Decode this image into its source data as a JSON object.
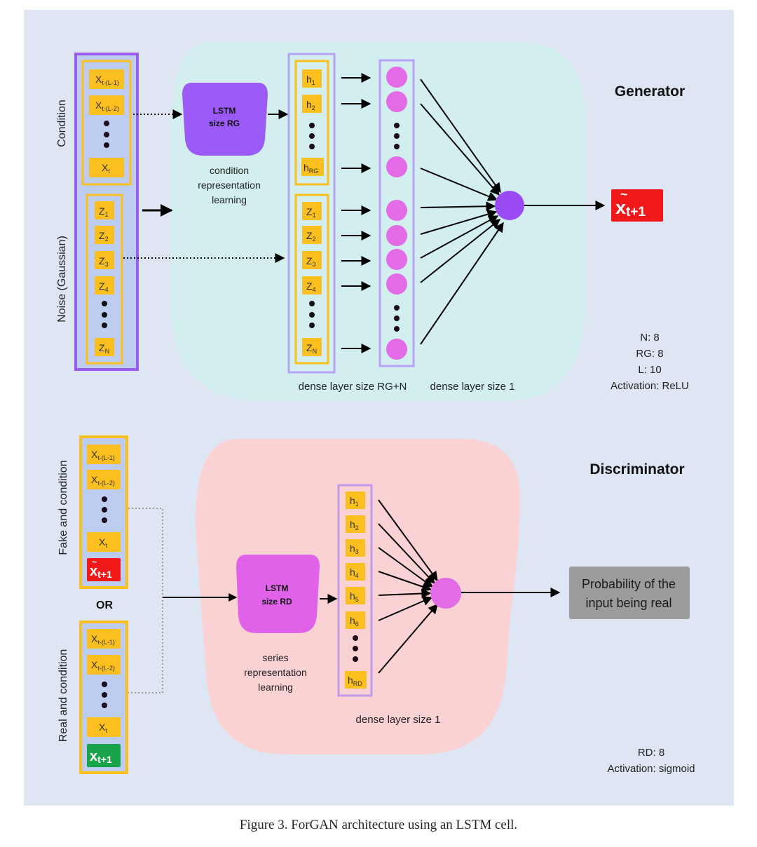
{
  "generator": {
    "title": "Generator",
    "condition_label": "Condition",
    "noise_label": "Noise (Gaussian)",
    "condition_inputs": [
      "X",
      "X",
      "X"
    ],
    "condition_subs": [
      "t-(L-1)",
      "t-(L-2)",
      "t"
    ],
    "noise_inputs": [
      "Z",
      "Z",
      "Z",
      "Z",
      "Z"
    ],
    "noise_subs": [
      "1",
      "2",
      "3",
      "4",
      "N"
    ],
    "lstm_line1": "LSTM",
    "lstm_line2": "size RG",
    "cond_rep": [
      "condition",
      "representation",
      "learning"
    ],
    "hidden": [
      "h",
      "h",
      "h"
    ],
    "hidden_subs": [
      "1",
      "2",
      "RG"
    ],
    "dense_label_1": "dense layer size RG+N",
    "dense_label_2": "dense layer size 1",
    "output_main": "x",
    "output_sub": "t+1",
    "params": [
      "N: 8",
      "RG: 8",
      "L: 10",
      "Activation: ReLU"
    ]
  },
  "discriminator": {
    "title": "Discriminator",
    "fake_label": "Fake and condition",
    "real_label": "Real and condition",
    "or_label": "OR",
    "inputs": [
      "X",
      "X",
      "X"
    ],
    "input_subs": [
      "t-(L-1)",
      "t-(L-2)",
      "t"
    ],
    "fake_main": "x",
    "fake_sub": "t+1",
    "real_main": "x",
    "real_sub": "t+1",
    "lstm_line1": "LSTM",
    "lstm_line2": "size RD",
    "series_rep": [
      "series",
      "representation",
      "learning"
    ],
    "hidden": [
      "h",
      "h",
      "h",
      "h",
      "h",
      "h",
      "h"
    ],
    "hidden_subs": [
      "1",
      "2",
      "3",
      "4",
      "5",
      "6",
      "RD"
    ],
    "dense_label": "dense layer size 1",
    "output": [
      "Probability of the",
      "input being real"
    ],
    "params": [
      "RD: 8",
      "Activation: sigmoid"
    ]
  },
  "caption": "Figure 3.  ForGAN architecture using an LSTM cell.",
  "colors": {
    "background": "#dfe6f3",
    "generator_bg": "#d2eeee",
    "discriminator_bg": "#fbd2d3",
    "yellow": "#fbbf1f",
    "purple_lstm": "#9b59f5",
    "pink_lstm": "#e062e8",
    "node": "#e36be6",
    "output_node": "#9b4bf3",
    "red": "#f01818",
    "green": "#1aa34a",
    "gray": "#9c9c9c"
  }
}
